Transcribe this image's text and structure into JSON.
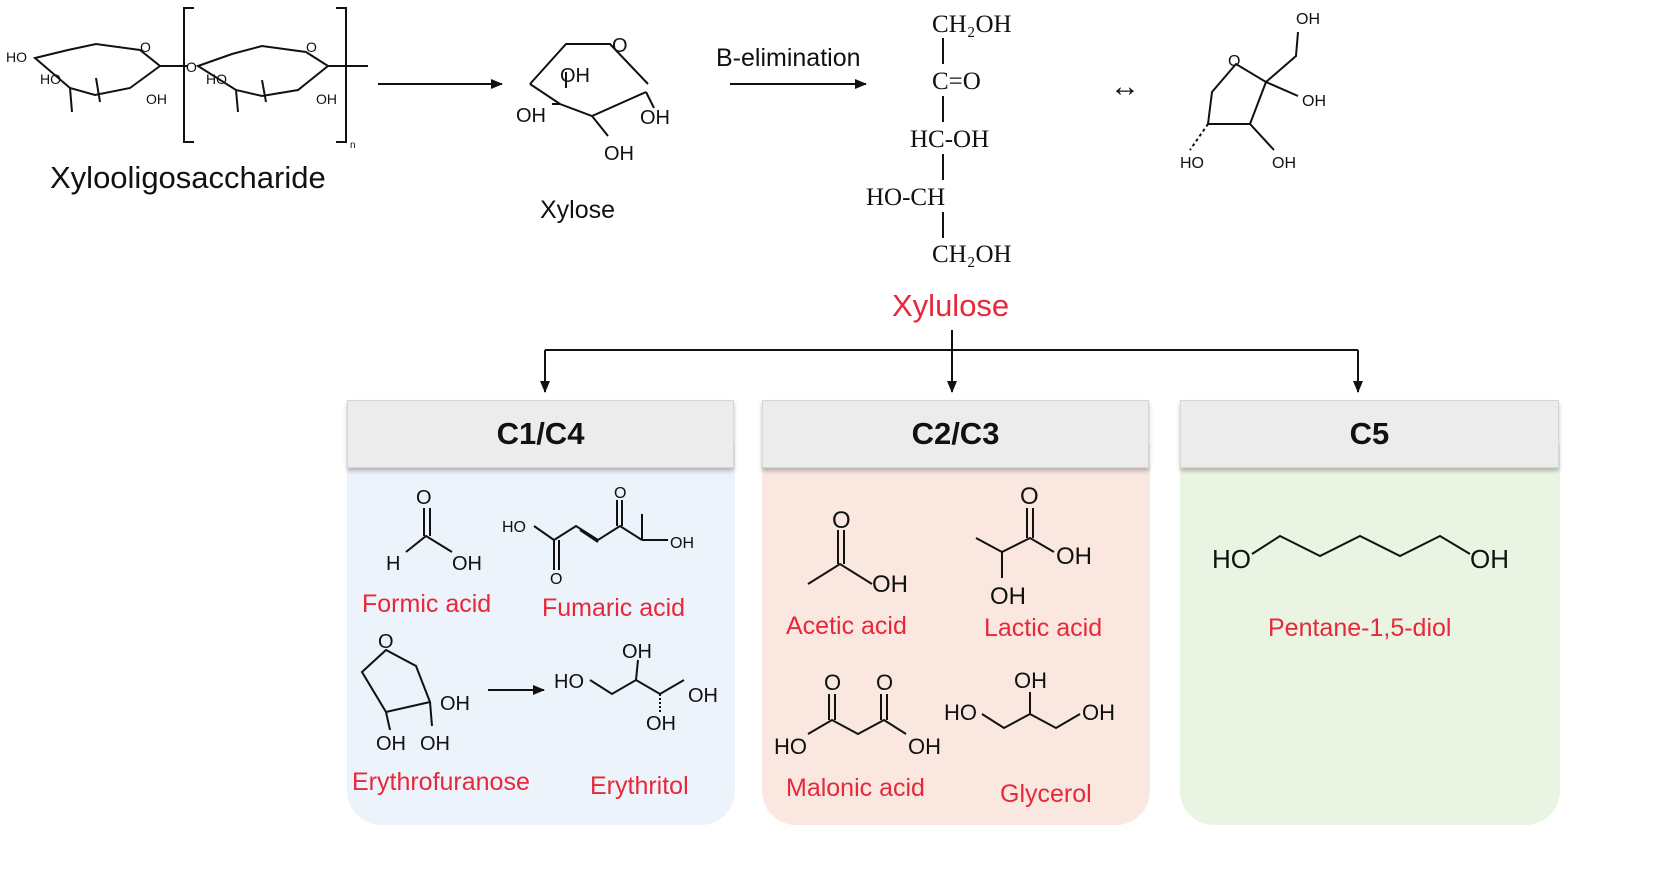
{
  "top": {
    "xylooligosaccharide": "Xylooligosaccharide",
    "xylose": "Xylose",
    "b_elimination": "B-elimination",
    "xylulose": "Xylulose",
    "equilibrium_symbol": "↔",
    "repeat_subscript": "n"
  },
  "fischer": {
    "row1": "CH₂OH",
    "row2": "C=O",
    "row3": "HC-OH",
    "row4": "HO-CH",
    "row5": "CH₂OH"
  },
  "groups": {
    "c1c4": {
      "header": "C1/C4",
      "formic": "Formic acid",
      "fumaric": "Fumaric acid",
      "erythrofuranose": "Erythrofuranose",
      "erythritol": "Erythritol"
    },
    "c2c3": {
      "header": "C2/C3",
      "acetic": "Acetic acid",
      "lactic": "Lactic acid",
      "malonic": "Malonic acid",
      "glycerol": "Glycerol"
    },
    "c5": {
      "header": "C5",
      "pentanediol": "Pentane-1,5-diol"
    }
  },
  "atoms": {
    "oh": "OH",
    "ho": "HO",
    "o": "O",
    "h": "H",
    "c": "C"
  },
  "colors": {
    "label_red": "#e8283a",
    "panel_blue": "#edf3fa",
    "panel_peach": "#f9e7e0",
    "panel_green": "#eaf4e2",
    "header_gray": "#ececec"
  }
}
